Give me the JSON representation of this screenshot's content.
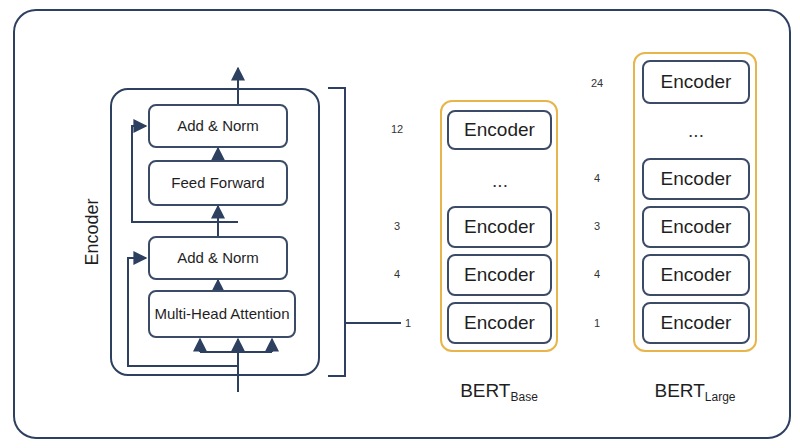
{
  "diagram": {
    "nodes": [
      {
        "text": [
          "Encoder"
        ]
      },
      {
        "text": [
          "Add & Norm"
        ],
        "in": 0
      },
      {
        "text": [
          "Feed Forward"
        ],
        "in": 0
      },
      {
        "text": [
          "Add & Norm"
        ],
        "in": 0
      },
      {
        "text": [
          "Multi-Head Attention"
        ],
        "in": 0
      },
      {
        "text": [
          "BERT",
          "Base"
        ]
      },
      {
        "text": [
          "Encoder"
        ],
        "in": 5
      },
      {
        "text": [
          "Encoder"
        ],
        "in": 5
      },
      {
        "text": [
          "Encoder"
        ],
        "in": 5
      },
      {
        "text": [
          "Encoder"
        ],
        "in": 5
      },
      {
        "text": [
          "BERT",
          "Large"
        ]
      },
      {
        "text": [
          "Encoder"
        ],
        "in": 10
      },
      {
        "text": [
          "Encoder"
        ],
        "in": 10
      },
      {
        "text": [
          "Encoder"
        ],
        "in": 10
      },
      {
        "text": [
          "Encoder"
        ],
        "in": 10
      },
      {
        "text": [
          "Encoder"
        ],
        "in": 10
      }
    ],
    "edges": [
      {
        "from": 4,
        "to": 3,
        "arrow": "to"
      },
      {
        "from": 3,
        "to": 2,
        "arrow": "to"
      },
      {
        "from": 2,
        "to": 1,
        "arrow": "to"
      }
    ],
    "labels": [
      "12",
      "3",
      "4",
      "1",
      "...",
      "24",
      "...",
      "4",
      "3",
      "4",
      "1"
    ]
  }
}
